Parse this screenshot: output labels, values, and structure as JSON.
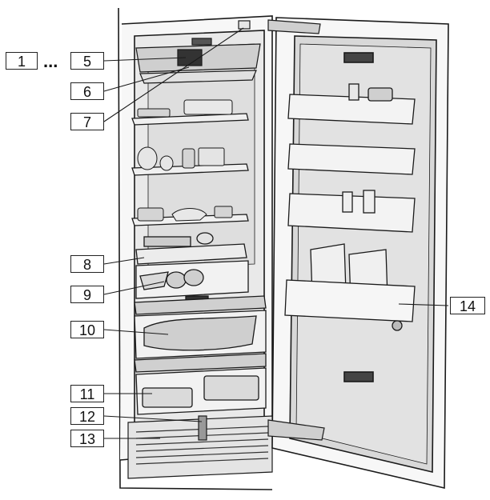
{
  "figure": {
    "callouts": [
      {
        "id": "1",
        "label": "1"
      },
      {
        "id": "5",
        "label": "5"
      },
      {
        "id": "6",
        "label": "6"
      },
      {
        "id": "7",
        "label": "7"
      },
      {
        "id": "8",
        "label": "8"
      },
      {
        "id": "9",
        "label": "9"
      },
      {
        "id": "10",
        "label": "10"
      },
      {
        "id": "11",
        "label": "11"
      },
      {
        "id": "12",
        "label": "12"
      },
      {
        "id": "13",
        "label": "13"
      },
      {
        "id": "14",
        "label": "14"
      }
    ],
    "range_separator": "...",
    "colors": {
      "line": "#1a1a1a",
      "cabinet_interior": "#e6e6e6",
      "door_panel": "#dcdcdc",
      "glass": "#f4f4f4",
      "food": "#cfcfcf",
      "dark": "#333333"
    }
  }
}
